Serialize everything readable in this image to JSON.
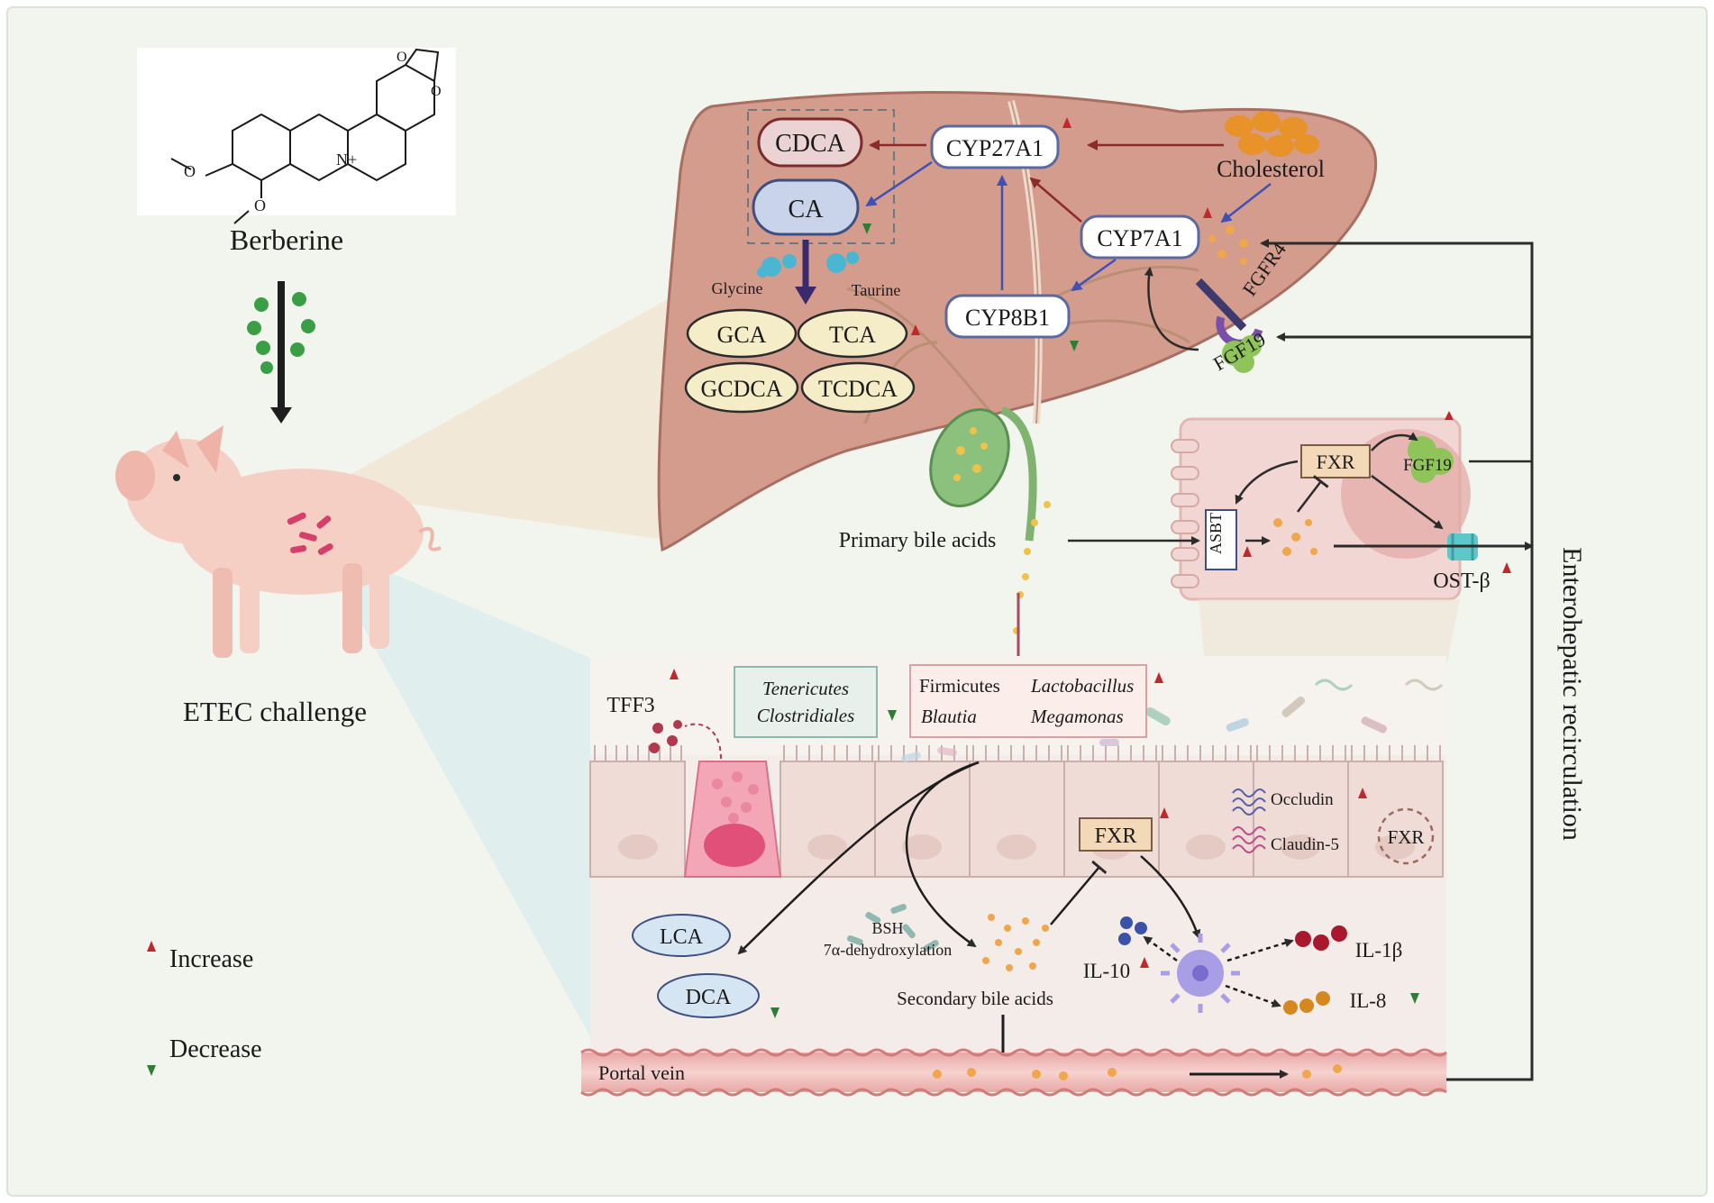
{
  "compound": {
    "name": "Berberine",
    "charge": "N+"
  },
  "model": {
    "label": "ETEC challenge"
  },
  "liver": {
    "enzymes": {
      "cyp27a1": "CYP27A1",
      "cyp7a1": "CYP7A1",
      "cyp8b1": "CYP8B1"
    },
    "precursor": "Cholesterol",
    "primary_acids": {
      "cdca": "CDCA",
      "ca": "CA"
    },
    "conjugates": {
      "glycine": "Glycine",
      "taurine": "Taurine"
    },
    "conjugated": {
      "gca": "GCA",
      "tca": "TCA",
      "gcdca": "GCDCA",
      "tcdca": "TCDCA"
    },
    "receptors": {
      "fgfr4": "FGFR4",
      "fgf19": "FGF19"
    }
  },
  "bile_flow": {
    "primary": "Primary bile acids",
    "secondary": "Secondary bile acids"
  },
  "ileum": {
    "fxr": "FXR",
    "fgf19": "FGF19",
    "asbt": "ASBT",
    "ost": "OST-β"
  },
  "recirculation": "Enterohepatic recirculation",
  "microbiota": {
    "decreased": [
      "Tenericutes",
      "Clostridiales"
    ],
    "increased_plain": [
      "Firmicutes",
      "Blautia"
    ],
    "increased_italic": [
      "Lactobacillus",
      "Megamonas"
    ]
  },
  "intestine": {
    "tff3": "TFF3",
    "fxr": "FXR",
    "fxr_cell": "FXR",
    "occludin": "Occludin",
    "claudin": "Claudin-5",
    "bsh": "BSH",
    "dehydroxylation": "7α-dehydroxylation",
    "lca": "LCA",
    "dca": "DCA",
    "il10": "IL-10",
    "il1b": "IL-1β",
    "il8": "IL-8",
    "portal_vein": "Portal vein"
  },
  "legend": {
    "increase": "Increase",
    "decrease": "Decrease"
  },
  "colors": {
    "increase": "#c0282d",
    "decrease": "#2e7d32",
    "liver": "#d49c8c",
    "inhibitor_arrow": "#3f51b5",
    "activator_arrow": "#8b2b2b"
  }
}
